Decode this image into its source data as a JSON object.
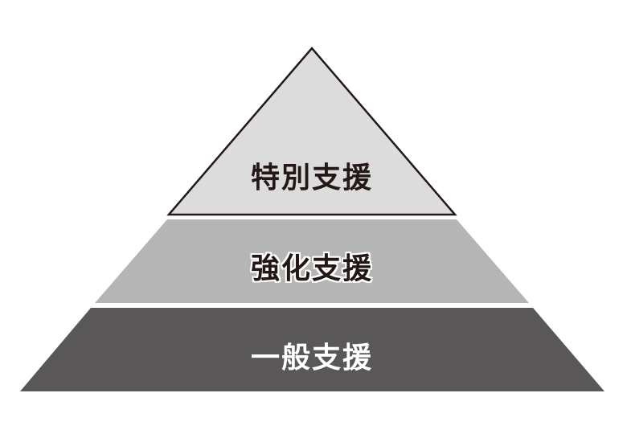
{
  "levels": [
    {
      "label": "特別支援",
      "color": "#dcdcdc"
    },
    {
      "label": "強化支援",
      "color": "#b5b5b5"
    },
    {
      "label": "一般支援",
      "color": "#595757"
    }
  ]
}
